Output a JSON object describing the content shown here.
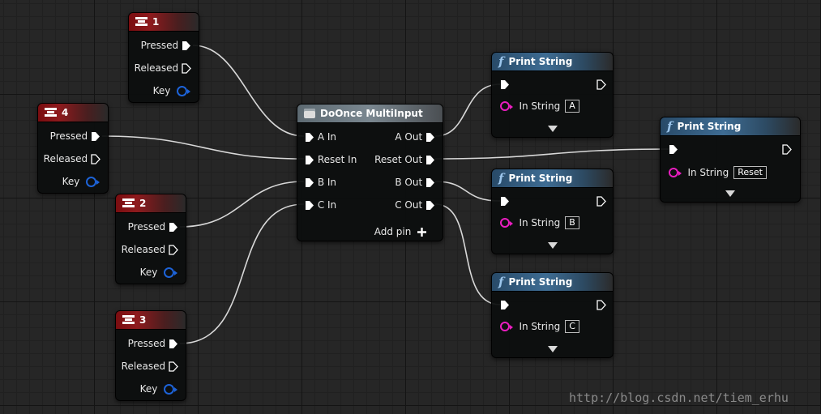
{
  "key_nodes": [
    {
      "title": "1",
      "pressed": "Pressed",
      "released": "Released",
      "key": "Key"
    },
    {
      "title": "4",
      "pressed": "Pressed",
      "released": "Released",
      "key": "Key"
    },
    {
      "title": "2",
      "pressed": "Pressed",
      "released": "Released",
      "key": "Key"
    },
    {
      "title": "3",
      "pressed": "Pressed",
      "released": "Released",
      "key": "Key"
    }
  ],
  "doonce": {
    "title": "DoOnce MultiInput",
    "inputs": [
      "A In",
      "Reset In",
      "B In",
      "C In"
    ],
    "outputs": [
      "A Out",
      "Reset Out",
      "B Out",
      "C Out"
    ],
    "add_pin": "Add pin",
    "add_pin_icon": "plus-icon"
  },
  "print_nodes": [
    {
      "title": "Print String",
      "param_label": "In String",
      "value": "A"
    },
    {
      "title": "Print String",
      "param_label": "In String",
      "value": "B"
    },
    {
      "title": "Print String",
      "param_label": "In String",
      "value": "C"
    },
    {
      "title": "Print String",
      "param_label": "In String",
      "value": "Reset"
    }
  ],
  "colors": {
    "wire": "#d8d8d8",
    "key_pin": "#1d63d8",
    "string_pin": "#ea1dc0",
    "keyboard_header": "#8e1a1d",
    "function_header": "#3e6c93"
  },
  "watermark": "http://blog.csdn.net/tiem_erhu"
}
